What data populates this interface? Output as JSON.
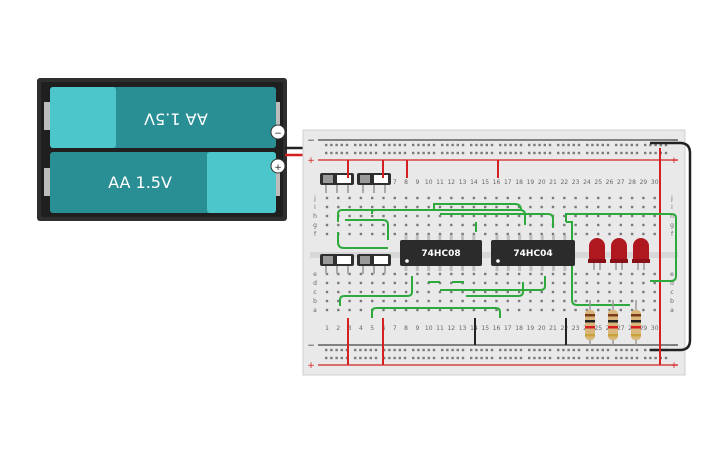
{
  "battery_pack": {
    "cell_top_label": "AA 1.5V",
    "cell_bottom_label": "AA 1.5V",
    "terminal_negative": "−",
    "terminal_positive": "+"
  },
  "breadboard": {
    "rail_plus": "+",
    "rail_minus": "−",
    "column_numbers": [
      "1",
      "2",
      "3",
      "4",
      "5",
      "6",
      "7",
      "8",
      "9",
      "10",
      "11",
      "12",
      "13",
      "14",
      "15",
      "16",
      "17",
      "18",
      "19",
      "20",
      "21",
      "22",
      "23",
      "24",
      "25",
      "26",
      "27",
      "28",
      "29",
      "30"
    ],
    "rows_upper": [
      "j",
      "i",
      "h",
      "g",
      "f"
    ],
    "rows_lower": [
      "e",
      "d",
      "c",
      "b",
      "a"
    ]
  },
  "chips": [
    {
      "label": "74HC08"
    },
    {
      "label": "74HC04"
    }
  ],
  "leds": [
    {
      "color": "red"
    },
    {
      "color": "red"
    },
    {
      "color": "red"
    }
  ],
  "colors": {
    "wire_green": "#2eaa3c",
    "wire_red": "#d42020",
    "wire_black": "#222222",
    "chip": "#2b2b2b",
    "battery_teal_dark": "#2a8f95",
    "battery_teal_light": "#4cc6cb",
    "led_red": "#b01820"
  }
}
